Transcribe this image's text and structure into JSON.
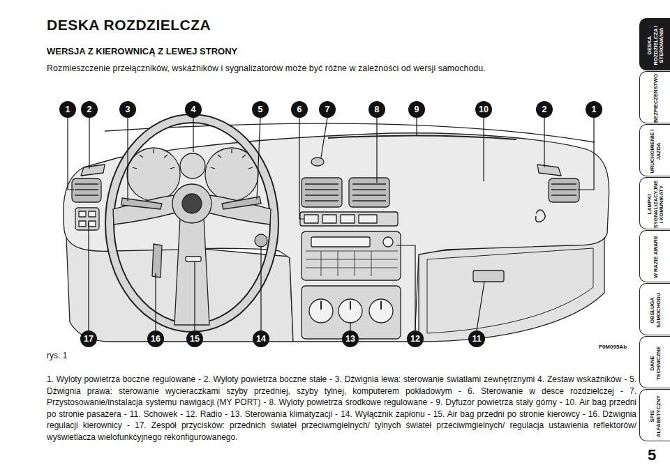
{
  "diagram": {
    "title": "DESKA ROZDZIELCZA",
    "caption": "rys. 1",
    "nodes": [
      {
        "text": [
          "1"
        ]
      },
      {
        "text": [
          "2"
        ]
      },
      {
        "text": [
          "3"
        ]
      },
      {
        "text": [
          "4"
        ]
      },
      {
        "text": [
          "5"
        ]
      },
      {
        "text": [
          "6"
        ]
      },
      {
        "text": [
          "7"
        ]
      },
      {
        "text": [
          "8"
        ]
      },
      {
        "text": [
          "9"
        ]
      },
      {
        "text": [
          "10"
        ]
      },
      {
        "text": [
          "2"
        ]
      },
      {
        "text": [
          "1"
        ]
      },
      {
        "text": [
          "17"
        ]
      },
      {
        "text": [
          "16"
        ]
      },
      {
        "text": [
          "15"
        ]
      },
      {
        "text": [
          "14"
        ]
      },
      {
        "text": [
          "13"
        ]
      },
      {
        "text": [
          "12"
        ]
      },
      {
        "text": [
          "11"
        ]
      },
      {
        "text": [
          "DESKA ROZDZIELCZA I STEROWANIA"
        ]
      },
      {
        "text": [
          "BEZPIECZEŃSTWO"
        ]
      },
      {
        "text": [
          "URUCHOMIENIE I JAZDA"
        ]
      },
      {
        "text": [
          "LAMPKI SYGNALIZACYJNE I KOMUNIKATY"
        ]
      },
      {
        "text": [
          "W RAZIE AWARII"
        ]
      },
      {
        "text": [
          "OBSŁUGA SAMOCHODU"
        ]
      },
      {
        "text": [
          "DANE TECHNICZNE"
        ]
      },
      {
        "text": [
          "SPIS ALFABETYCZNY"
        ]
      }
    ],
    "labels": [
      "WERSJA Z KIEROWNICĄ Z LEWEJ STRONY",
      "Rozmieszczenie przełączników, wskaźników i sygnalizatorów może być różne w zależności od wersji samochodu.",
      "F0M095Ab",
      "1. Wyloty powietrza boczne regulowane - 2. Wyloty powietrza boczne stałe - 3. Dźwignia lewa: sterowanie światłami zewnętrznymi 4. Zestaw wskaźników - 5. Dźwignia prawa: sterowanie wycieraczkami szyby przedniej, szyby tylnej, komputerem pokładowym - 6. Sterowanie w desce rozdzielczej - 7. Przystosowanie/instalacja systemu nawigacji (MY PORT) - 8. Wyloty powietrza środkowe regulowane - 9. Dyfuzor powietrza stały górny - 10. Air bag przedni po stronie pasażera - 11. Schowek - 12. Radio - 13. Sterowania klimatyzacji - 14. Wyłącznik zapłonu - 15. Air bag przedni po stronie kierowcy - 16. Dźwignia regulacji kierownicy - 17. Zespół przycisków: przednich świateł przeciwmgielnych/ tylnych świateł przeciwmgielnych/ regulacja ustawienia reflektorów/ wyświetlacza wielofunkcyjnego rekonfigurowanego.",
      "5"
    ]
  }
}
